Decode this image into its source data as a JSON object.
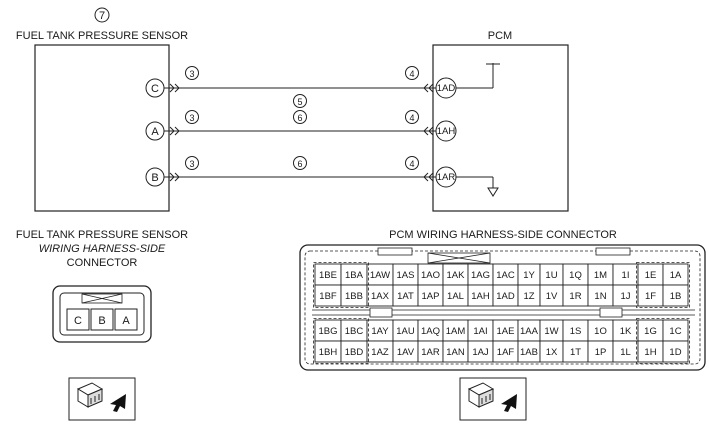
{
  "callouts": {
    "sensor_callout": "7",
    "harness_callout": "3",
    "pcm_callout": "4",
    "mid_callout_upper": "5",
    "mid_callout_lower": "6"
  },
  "sensor": {
    "title": "FUEL TANK PRESSURE SENSOR",
    "pins": [
      "C",
      "A",
      "B"
    ]
  },
  "pcm": {
    "title": "PCM",
    "pins": [
      "1AD",
      "1AH",
      "1AR"
    ]
  },
  "sensor_connector": {
    "title_line1": "FUEL TANK PRESSURE SENSOR",
    "title_line2": "WIRING HARNESS-SIDE",
    "title_line3": "CONNECTOR",
    "cavities": [
      "C",
      "B",
      "A"
    ]
  },
  "pcm_connector": {
    "title": "PCM WIRING HARNESS-SIDE CONNECTOR",
    "upper_block": [
      [
        "1BE",
        "1BA",
        "1AW",
        "1AS",
        "1AO",
        "1AK",
        "1AG",
        "1AC",
        "1Y",
        "1U",
        "1Q",
        "1M",
        "1I",
        "1E",
        "1A"
      ],
      [
        "1BF",
        "1BB",
        "1AX",
        "1AT",
        "1AP",
        "1AL",
        "1AH",
        "1AD",
        "1Z",
        "1V",
        "1R",
        "1N",
        "1J",
        "1F",
        "1B"
      ]
    ],
    "lower_block": [
      [
        "1BG",
        "1BC",
        "1AY",
        "1AU",
        "1AQ",
        "1AM",
        "1AI",
        "1AE",
        "1AA",
        "1W",
        "1S",
        "1O",
        "1K",
        "1G",
        "1C"
      ],
      [
        "1BH",
        "1BD",
        "1AZ",
        "1AV",
        "1AR",
        "1AN",
        "1AJ",
        "1AF",
        "1AB",
        "1X",
        "1T",
        "1P",
        "1L",
        "1H",
        "1D"
      ]
    ]
  },
  "icons": {
    "left_view": "connector-view-icon",
    "right_view": "connector-view-icon"
  }
}
